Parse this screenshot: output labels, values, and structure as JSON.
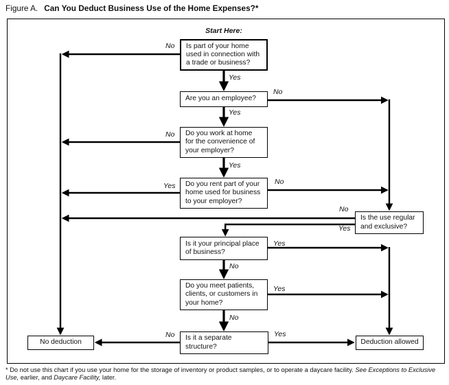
{
  "colors": {
    "ink": "#000000",
    "paper": "#ffffff"
  },
  "title": {
    "prefix": "Figure A.",
    "main": "Can You Deduct Business Use of the Home Expenses?*"
  },
  "flowchart": {
    "start_here": "Start Here:",
    "yes": "Yes",
    "no": "No",
    "nodes": {
      "start": {
        "lines": [
          "Is part of your home",
          "used in connection with",
          "a trade or business?"
        ]
      },
      "employee": {
        "lines": [
          "Are you an employee?"
        ]
      },
      "convenience": {
        "lines": [
          "Do you work at home",
          "for the convenience of",
          "your employer?"
        ]
      },
      "rent": {
        "lines": [
          "Do you rent part of your",
          "home used for business",
          "to your employer?"
        ]
      },
      "regular_exclusive": {
        "lines": [
          "Is the use regular",
          "and exclusive?"
        ]
      },
      "principal_place": {
        "lines": [
          "Is it your principal place",
          "of business?"
        ]
      },
      "patients": {
        "lines": [
          "Do you meet patients,",
          "clients, or customers in",
          "your home?"
        ]
      },
      "separate_structure": {
        "lines": [
          "Is it a separate",
          "structure?"
        ]
      },
      "no_deduction": {
        "lines": [
          "No deduction"
        ]
      },
      "deduction_allowed": {
        "lines": [
          "Deduction allowed"
        ]
      }
    }
  },
  "footnote": {
    "part1": "* Do not use this chart if you use your home for the storage of inventory or product samples, or to operate a daycare facility. ",
    "ref1": "See Exceptions to Exclusive Use,",
    "part2": " earlier, and ",
    "ref2": "Daycare Facility,",
    "part3": " later."
  }
}
